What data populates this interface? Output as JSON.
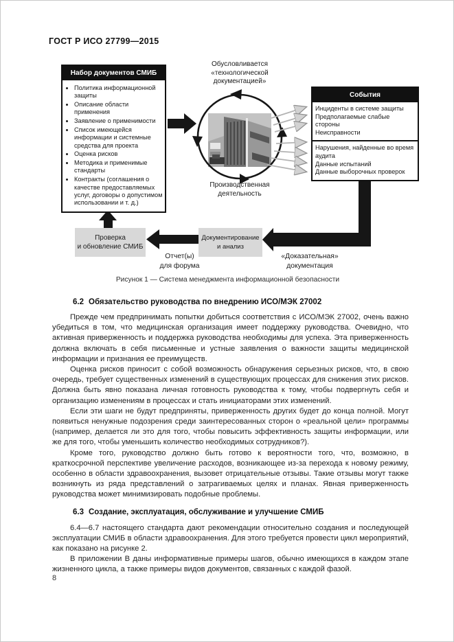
{
  "page": {
    "header": "ГОСТ Р ИСО 27799—2015",
    "page_number": "8"
  },
  "figure": {
    "caption": "Рисунок 1 — Система менеджмента информационной безопасности",
    "doc_box": {
      "title": "Набор документов СМИБ",
      "items": [
        "Политика информационной защиты",
        "Описание области применения",
        "Заявление о применимости",
        "Список имеющейся информации и системные средства для проекта",
        "Оценка рисков",
        "Методика и применимые стандарты",
        "Контракты (соглашения о качестве предоставляемых услуг, договоры о допустимом использовании и т. д.)"
      ]
    },
    "cycle": {
      "top_label": "Обусловливается\n«технологической\nдокументацией»",
      "bottom_label": "Производственная\nдеятельность"
    },
    "events_box": {
      "title": "События",
      "group1": [
        "Инциденты в системе защиты",
        "Предполагаемые слабые стороны",
        "Неисправности"
      ],
      "group2": [
        "Нарушения, найденные во время аудита",
        "Данные испытаний",
        "Данные выборочных проверок"
      ]
    },
    "review_box": "Проверка\nи обновление СМИБ",
    "analysis_box": "Документирование\nи анализ",
    "report_label": "Отчет(ы)\nдля форума",
    "evidence_label": "«Доказательная»\nдокументация"
  },
  "sections": [
    {
      "num": "6.2",
      "title": "Обязательство руководства по внедрению ИСО/МЭК 27002",
      "paragraphs": [
        "Прежде чем предпринимать попытки добиться соответствия с ИСО/МЭК 27002, очень важно убедиться в том, что медицинская организация имеет поддержку руководства. Очевидно, что активная приверженность и поддержка руководства необходимы для успеха. Эта приверженность должна включать в себя письменные и устные заявления о важности защиты медицинской информации и признания ее преимуществ.",
        "Оценка рисков приносит с собой возможность обнаружения серьезных рисков, что, в свою очередь, требует существенных изменений в существующих процессах для снижения этих рисков. Должна быть явно показана личная готовность руководства к тому, чтобы подвергнуть себя и организацию изменениям в процессах и стать инициаторами этих изменений.",
        "Если эти шаги не будут предприняты, приверженность других будет до конца полной. Могут появиться ненужные подозрения среди заинтересованных сторон о «реальной цели» программы (например, делается ли это для того, чтобы повысить эффективность защиты информации, или же для того, чтобы уменьшить количество необходимых сотрудников?).",
        "Кроме того, руководство должно быть готово к вероятности того, что, возможно, в краткосрочной перспективе увеличение расходов, возникающее из-за перехода к новому режиму, особенно в области здравоохранения, вызовет отрицательные отзывы. Такие отзывы могут также возникнуть из ряда представлений о затрагиваемых целях и планах. Явная приверженность руководства может минимизировать подобные проблемы."
      ]
    },
    {
      "num": "6.3",
      "title": "Создание, эксплуатация, обслуживание и улучшение СМИБ",
      "paragraphs": [
        "6.4—6.7 настоящего стандарта дают рекомендации относительно создания и последующей эксплуатации СМИБ в области здравоохранения. Для этого требуется провести цикл мероприятий, как показано на рисунке 2.",
        "В приложении В даны информативные примеры шагов, обычно имеющихся в каждом этапе жизненного цикла, а также примеры видов документов, связанных с каждой фазой."
      ]
    }
  ],
  "colors": {
    "ink_black": "#161616",
    "process_box_gray": "#d8d8d8",
    "monitor_arrow_gray": "#b3b3b3"
  }
}
